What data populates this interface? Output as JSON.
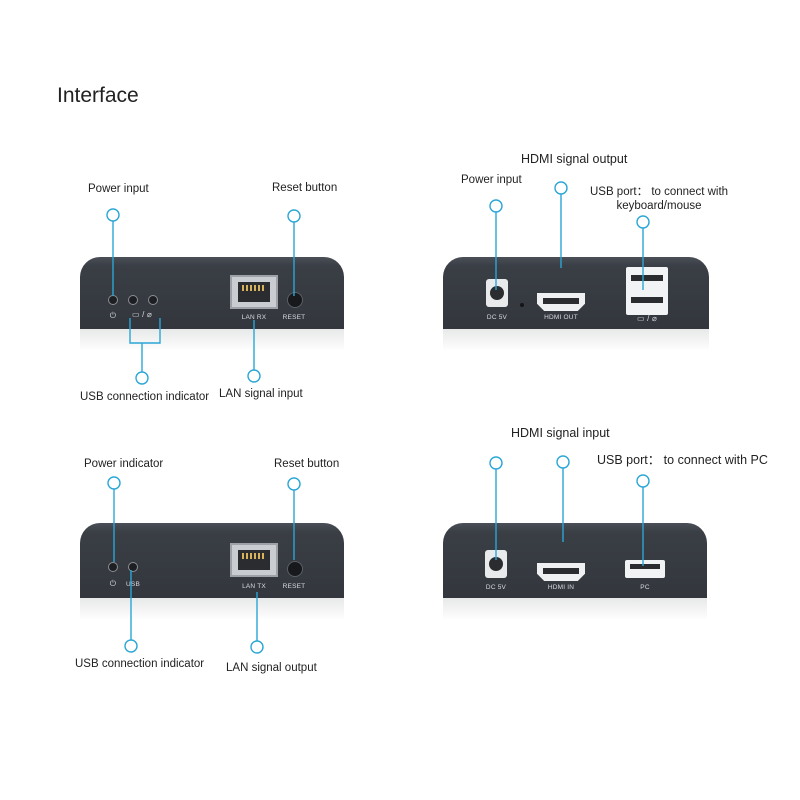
{
  "title": "Interface",
  "panels": {
    "rx_front": {
      "callout_power_input": "Power input",
      "callout_reset_button": "Reset button",
      "callout_usb_indicator": "USB connection indicator",
      "callout_lan_input": "LAN signal  input",
      "port_lan": "LAN RX",
      "port_reset": "RESET"
    },
    "rx_back": {
      "callout_hdmi_output": "HDMI signal output",
      "callout_power_input": "Power input",
      "callout_usb_port_line1": "USB port： to connect with",
      "callout_usb_port_line2": "keyboard/mouse",
      "port_dc": "DC 5V",
      "port_hdmi": "HDMI OUT"
    },
    "tx_front": {
      "callout_power_indicator": "Power indicator",
      "callout_reset_button": "Reset button",
      "callout_usb_indicator": "USB connection  indicator",
      "callout_lan_output": "LAN signal output",
      "port_usb": "USB",
      "port_lan": "LAN TX",
      "port_reset": "RESET"
    },
    "tx_back": {
      "callout_hdmi_input": "HDMI signal input",
      "callout_usb_port": "USB port： to connect with PC",
      "port_dc": "DC 5V",
      "port_hdmi": "HDMI IN",
      "port_pc": "PC"
    }
  },
  "colors": {
    "callout_line": "#2aa6d6",
    "device_body": "#3a3e45"
  }
}
